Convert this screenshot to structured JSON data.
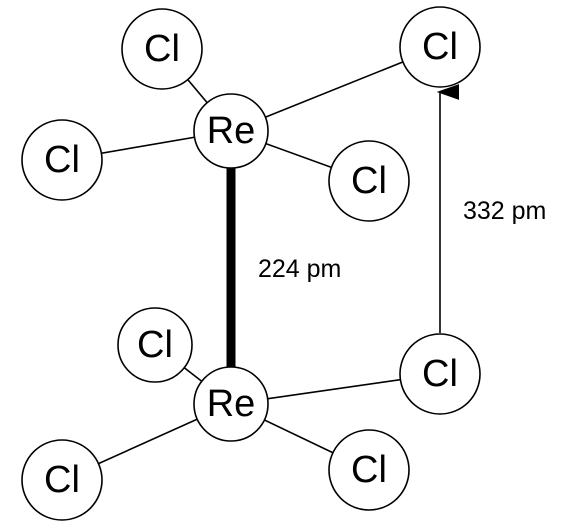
{
  "atoms": {
    "re_top": "Re",
    "re_bottom": "Re",
    "cl_top_left_up": "Cl",
    "cl_top_right_far": "Cl",
    "cl_top_left": "Cl",
    "cl_top_right": "Cl",
    "cl_bottom_left_up": "Cl",
    "cl_bottom_right_far": "Cl",
    "cl_bottom_left": "Cl",
    "cl_bottom_right": "Cl"
  },
  "distances": {
    "re_re": "224 pm",
    "cl_cl": "332 pm"
  },
  "colors": {
    "stroke": "#000000",
    "fill": "#ffffff"
  }
}
